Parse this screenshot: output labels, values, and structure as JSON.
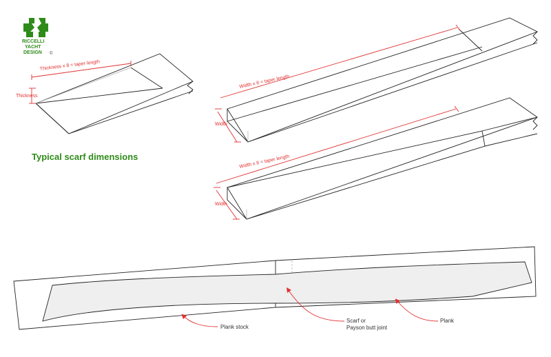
{
  "logo": {
    "line1": "RICCELLI",
    "line2": "YACHT",
    "line3": "DESIGN",
    "mark": "©"
  },
  "caption": "Typical scarf dimensions",
  "scarf_small": {
    "taper_label": "Thickness x 8 = taper length",
    "thickness_label": "Thickness"
  },
  "scarf_upper": {
    "taper_label": "Width x 8 = taper length",
    "width_label": "Width"
  },
  "scarf_lower": {
    "taper_label": "Width x 8 = taper length",
    "width_label": "Width"
  },
  "plank": {
    "stock_label": "Plank stock",
    "joint_line1": "Scarf or",
    "joint_line2": "Payson butt joint",
    "plank_label": "Plank"
  },
  "colors": {
    "accent_red": "#e03030",
    "brand_green": "#2e8b1a",
    "line": "#222222"
  }
}
